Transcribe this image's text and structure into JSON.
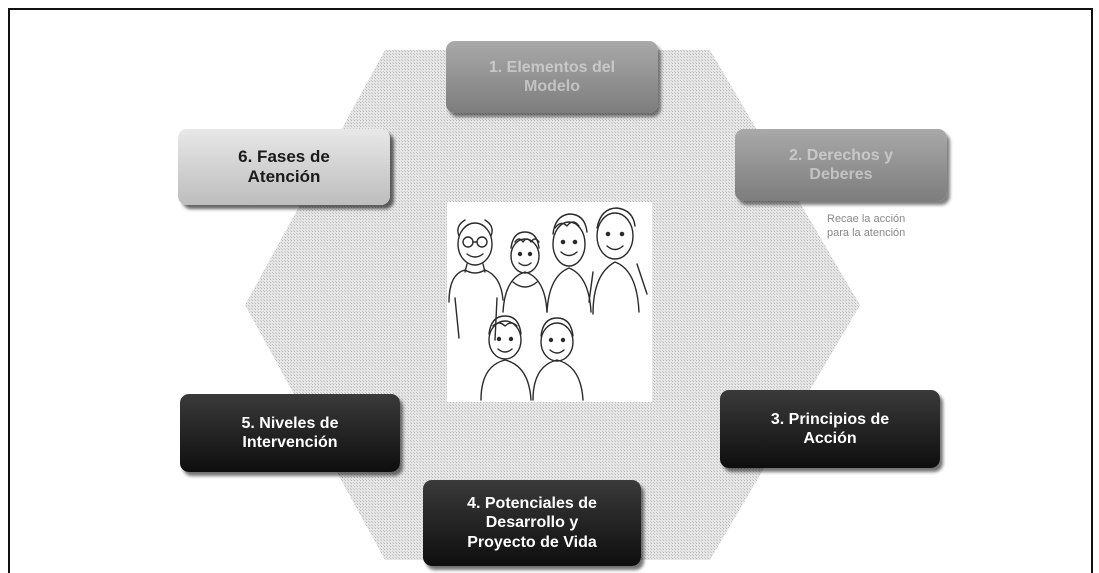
{
  "diagram": {
    "boxes": {
      "b1": {
        "label": "1. Elementos del\nModelo"
      },
      "b2": {
        "label": "2. Derechos y\nDeberes"
      },
      "b3": {
        "label": "3. Principios de\nAcción"
      },
      "b4": {
        "label": "4. Potenciales de\nDesarrollo y\nProyecto de Vida"
      },
      "b5": {
        "label": "5. Niveles de\nIntervención"
      },
      "b6": {
        "label": "6. Fases de\nAtención"
      }
    },
    "note_b2": "Recae la acción\npara la atención",
    "center_image": "family-drawing",
    "colors": {
      "dark_box": "#1a1a1a",
      "light_box": "#d6d6d6",
      "faded_box": "#929292",
      "background_hexagon": "#d9d9d9"
    }
  }
}
